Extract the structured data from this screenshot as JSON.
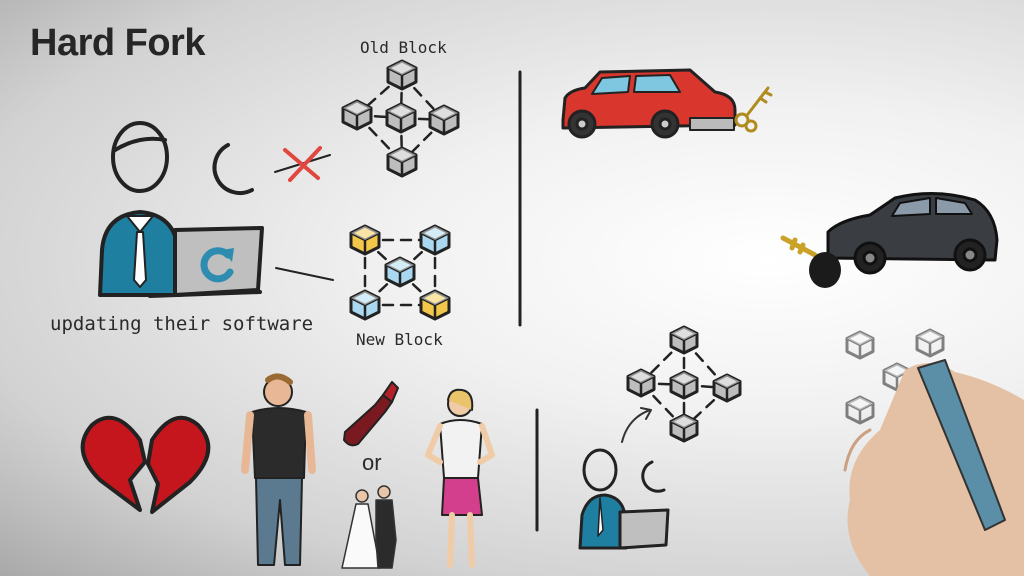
{
  "title": "Hard Fork",
  "old_block": {
    "label": "Old Block",
    "cube_color": "#bdbdbd"
  },
  "new_block": {
    "label": "New Block",
    "colors": [
      "#f3c74a",
      "#a9d8f0"
    ]
  },
  "caption": "updating their software",
  "or_label": "or",
  "colors": {
    "teal": "#1f7fa0",
    "red_car": "#d9372e",
    "dark_car": "#3a3d42",
    "gold": "#c9a227",
    "heart": "#c4161c",
    "cross": "#e0473e"
  }
}
